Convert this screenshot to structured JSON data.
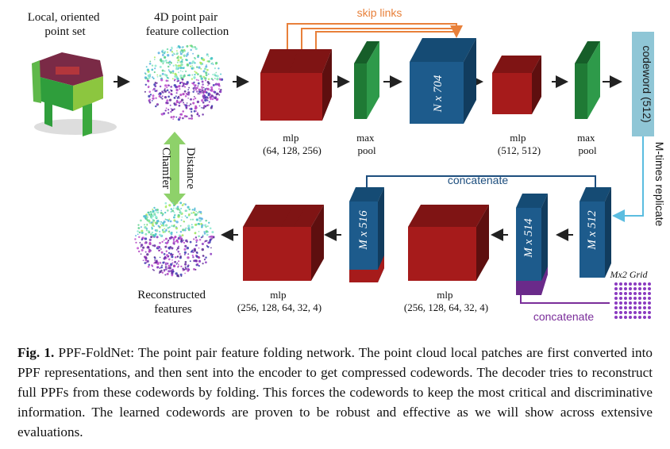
{
  "diagram": {
    "local_set": "Local, oriented\npoint set",
    "ppf_collection": "4D point pair\nfeature collection",
    "skip_links": "skip links",
    "mlp1": "mlp\n(64, 128, 256)",
    "maxpool1": "max\npool",
    "nx704": "N x 704",
    "mlp2": "mlp\n(512, 512)",
    "maxpool2": "max\npool",
    "codeword": "codeword (512)",
    "replicate": "M-times replicate",
    "chamfer": "Chamfer",
    "distance": "Distance",
    "concat_top": "concatenate",
    "mx516": "M x 516",
    "mx514": "M x 514",
    "mx512": "M x 512",
    "mlp3": "mlp\n(256, 128, 64, 32, 4)",
    "mlp4": "mlp\n(256, 128, 64, 32, 4)",
    "reconstructed": "Reconstructed\nfeatures",
    "grid": "Mx2 Grid",
    "concat_bottom": "concatenate"
  },
  "caption": {
    "label": "Fig. 1.",
    "text": "PPF-FoldNet: The point pair feature folding network. The point cloud local patches are first converted into PPF representations, and then sent into the encoder to get compressed codewords. The decoder tries to reconstruct full PPFs from these codewords by folding. This forces the codewords to keep the most critical and discriminative information. The learned codewords are proven to be robust and effective as we will show across extensive evaluations."
  },
  "colors": {
    "red": "#a61b1b",
    "green": "#1f7a35",
    "blue": "#1d5b8c",
    "orange": "#e8803a",
    "purple": "#7a2d9a",
    "lightblue": "#5bbde0"
  }
}
